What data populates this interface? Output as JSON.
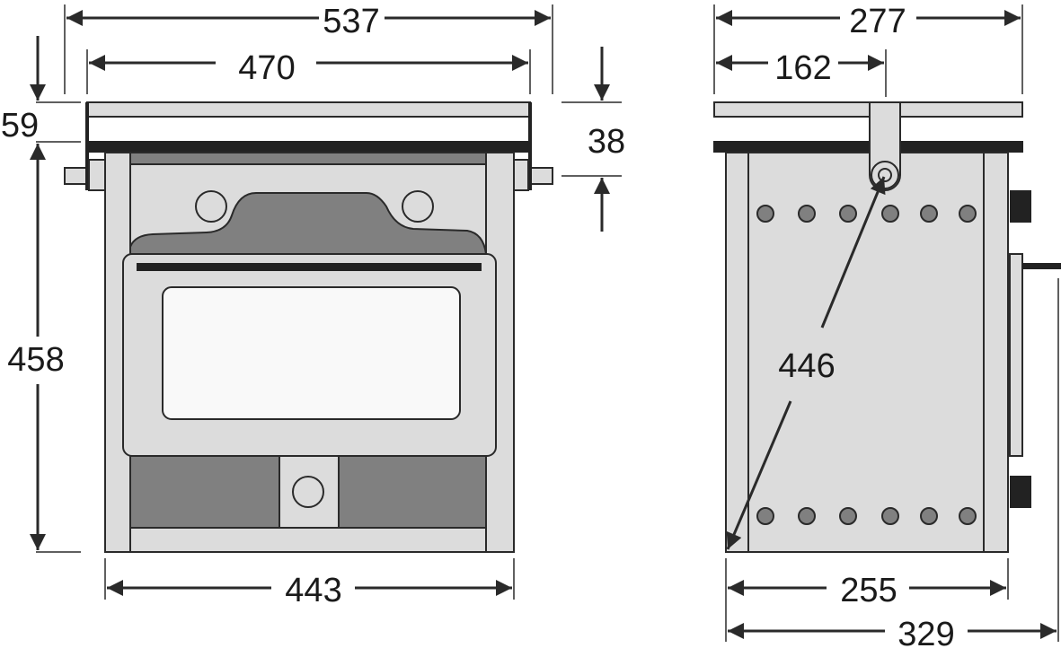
{
  "front_view": {
    "dimensions": {
      "overall_width": "537",
      "top_width": "470",
      "top_height": "59",
      "body_height": "458",
      "tab_offset": "38",
      "base_width": "443"
    }
  },
  "side_view": {
    "dimensions": {
      "top_depth": "277",
      "flue_offset": "162",
      "diagonal": "446",
      "body_depth": "255",
      "overall_depth": "329"
    }
  },
  "colors": {
    "panel_light": "#dcdcdc",
    "panel_dark": "#808080",
    "black": "#222222",
    "outline": "#2a2a2a"
  }
}
